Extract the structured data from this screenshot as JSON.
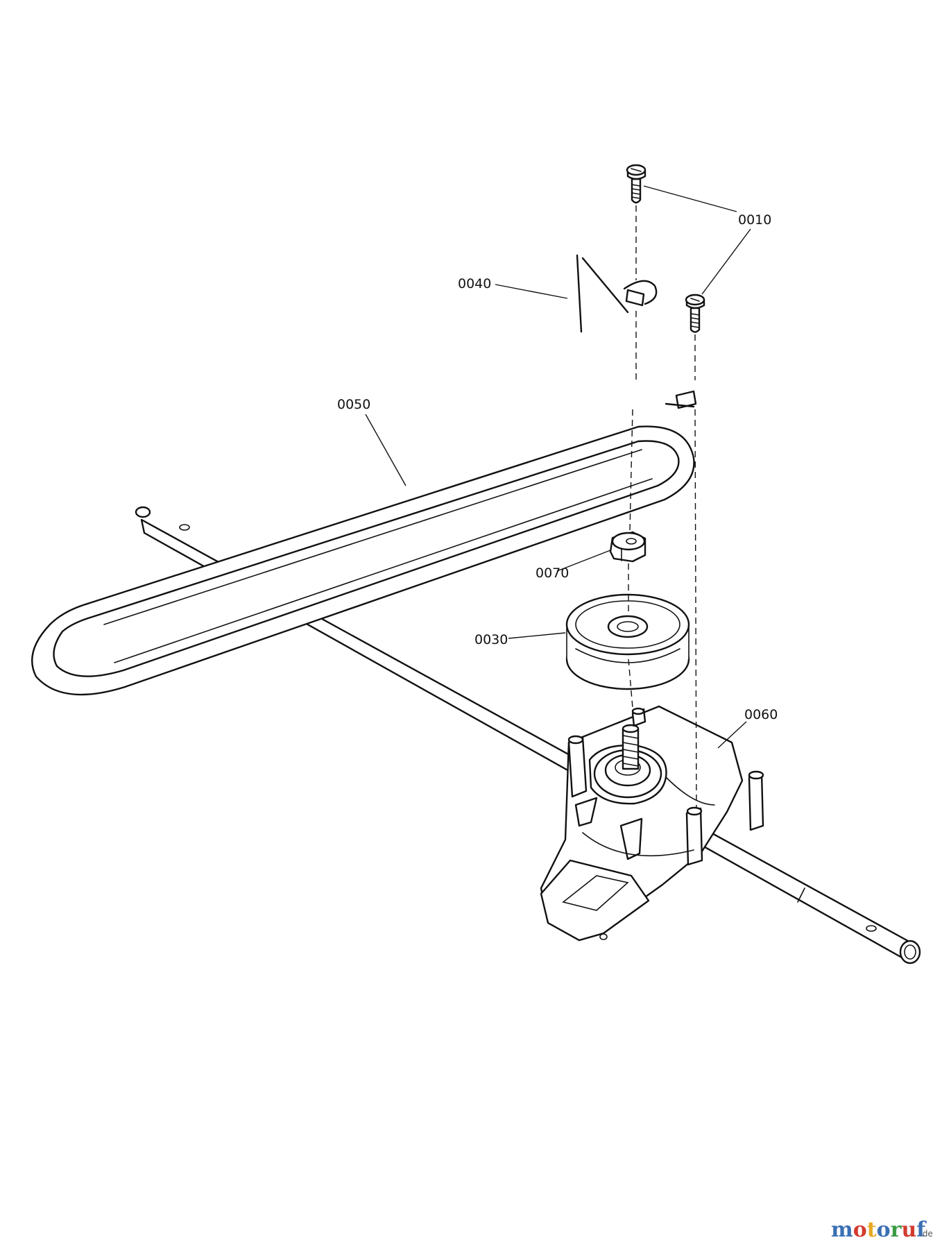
{
  "callouts": [
    {
      "id": "screw",
      "label": "0010"
    },
    {
      "id": "pulley",
      "label": "0030"
    },
    {
      "id": "guide",
      "label": "0040"
    },
    {
      "id": "belt",
      "label": "0050"
    },
    {
      "id": "gearbox",
      "label": "0060"
    },
    {
      "id": "nut",
      "label": "0070"
    }
  ],
  "watermark": {
    "letters": [
      "m",
      "o",
      "t",
      "o",
      "r",
      "u",
      "f"
    ],
    "suffix": ".de",
    "colors": [
      "#3a6fb5",
      "#d33b2f",
      "#e6a823",
      "#3a6fb5",
      "#3c9a45",
      "#d33b2f",
      "#3a6fb5"
    ]
  },
  "colors": {
    "line": "#111111",
    "background": "#ffffff"
  }
}
